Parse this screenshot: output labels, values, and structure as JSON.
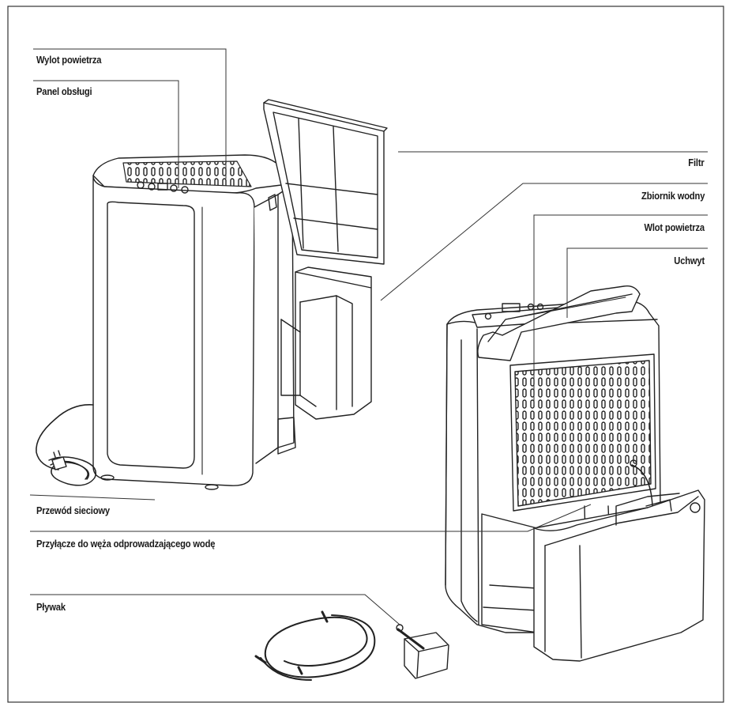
{
  "labels": {
    "air_outlet": "Wylot powietrza",
    "control_panel": "Panel obsługi",
    "filter": "Filtr",
    "water_tank": "Zbiornik wodny",
    "air_inlet": "Wlot powietrza",
    "handle": "Uchwyt",
    "power_cord": "Przewód sieciowy",
    "drain_hose_connector": "Przyłącze do węża odprowadzającego wodę",
    "float": "Pływak"
  }
}
